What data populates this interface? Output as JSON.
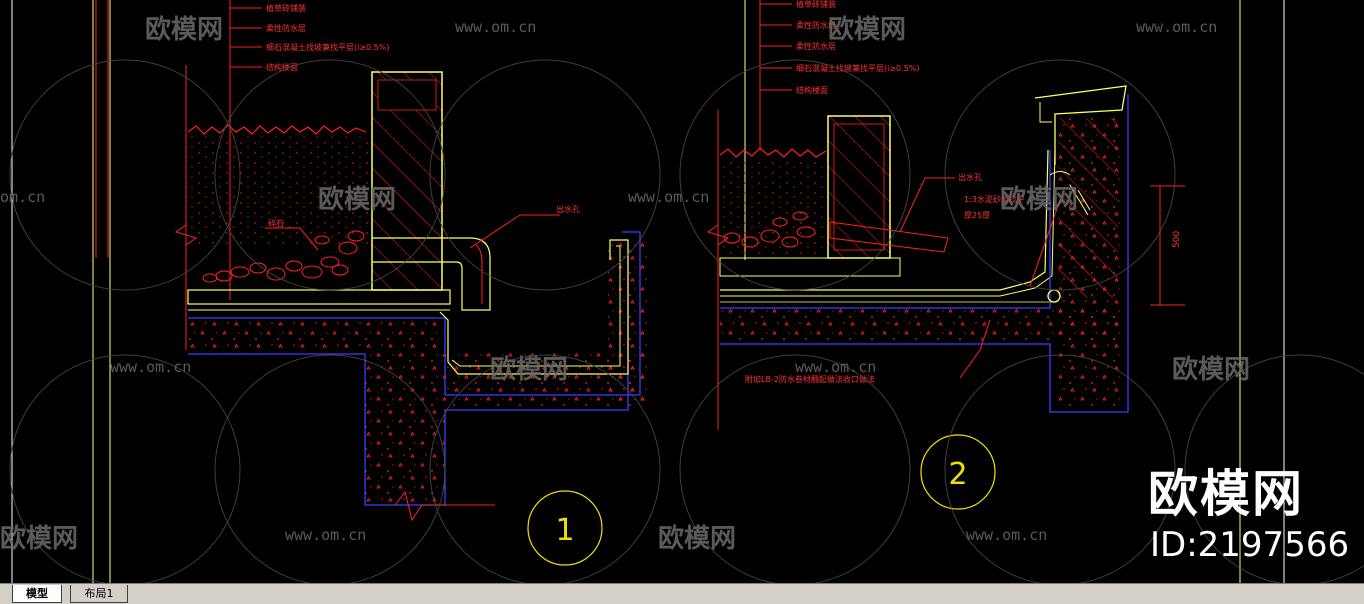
{
  "tabs": {
    "model": "模型",
    "layout1": "布局1"
  },
  "watermark": {
    "logo_text": "欧模网",
    "site": "www.om.cn",
    "site_short": "om.cn",
    "brand": "欧模网",
    "id_label": "ID:2197566"
  },
  "detail1": {
    "layers": [
      "植草砖铺装",
      "柔性防水层",
      "细石混凝土找坡兼找平层(i≥0.5%)",
      "结构楼面"
    ],
    "gravel_label": "碎石",
    "outlet_label": "出水孔",
    "marker": "1"
  },
  "detail2": {
    "layers": [
      "植草砖铺装",
      "柔性防水层",
      "柔性防水层",
      "细石混凝土找坡兼找平层(i≥0.5%)",
      "结构楼面"
    ],
    "outlet_label": "出水孔",
    "mortar_label": "1:3水泥砂浆找平",
    "thickness_label": "厚25厚",
    "bottom_note": "附加LB-2防水卷材翻起做法收口做法",
    "dim_500": "500",
    "marker": "2"
  },
  "colors": {
    "background": "#000000",
    "structure_blue": "#3c3cff",
    "hatch_red": "#ff2020",
    "text_red": "#ff3030",
    "outline_yellow": "#ffff66",
    "circle_yellow": "#f0e000",
    "watermark_gray": "#6a6a6a"
  }
}
